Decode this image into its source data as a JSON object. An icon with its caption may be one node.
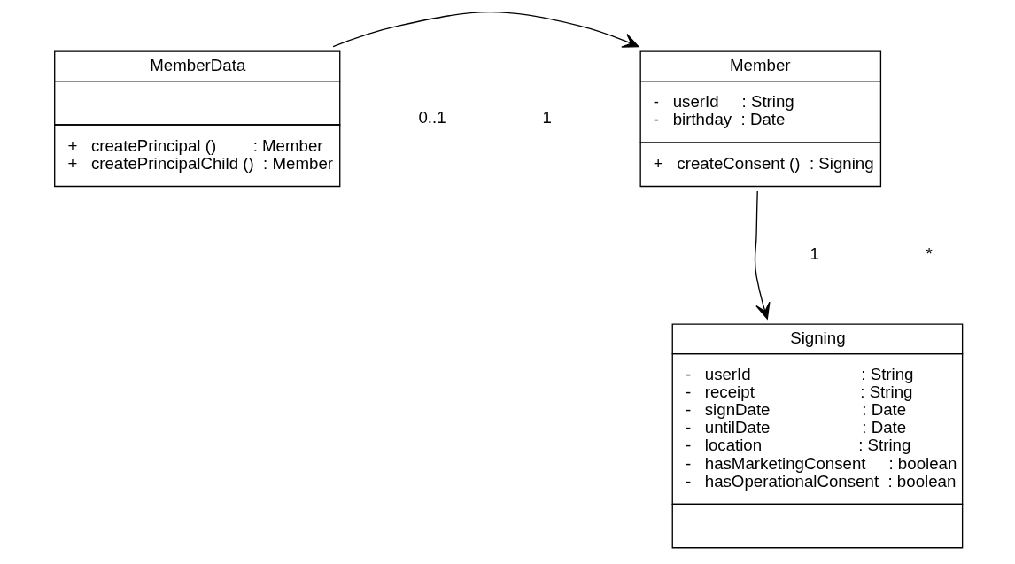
{
  "diagram": {
    "nodes": [
      {
        "text": [
          "MemberData",
          "+   createPrincipal ()        : Member",
          "+   createPrincipalChild ()  : Member"
        ]
      },
      {
        "text": [
          "Member",
          "-   userId     : String",
          "-   birthday  : Date",
          "+   createConsent ()  : Signing"
        ]
      },
      {
        "text": [
          "Signing",
          "-   userId                        : String",
          "-   receipt                       : String",
          "-   signDate                    : Date",
          "-   untilDate                    : Date",
          "-   location                     : String",
          "-   hasMarketingConsent     : boolean",
          "-   hasOperationalConsent  : boolean"
        ]
      }
    ],
    "edges": [
      {
        "from": 0,
        "to": 1,
        "arrow": "to"
      },
      {
        "from": 1,
        "to": 2,
        "arrow": "to"
      }
    ],
    "labels": [
      "0..1",
      "1",
      "1",
      "*"
    ]
  }
}
